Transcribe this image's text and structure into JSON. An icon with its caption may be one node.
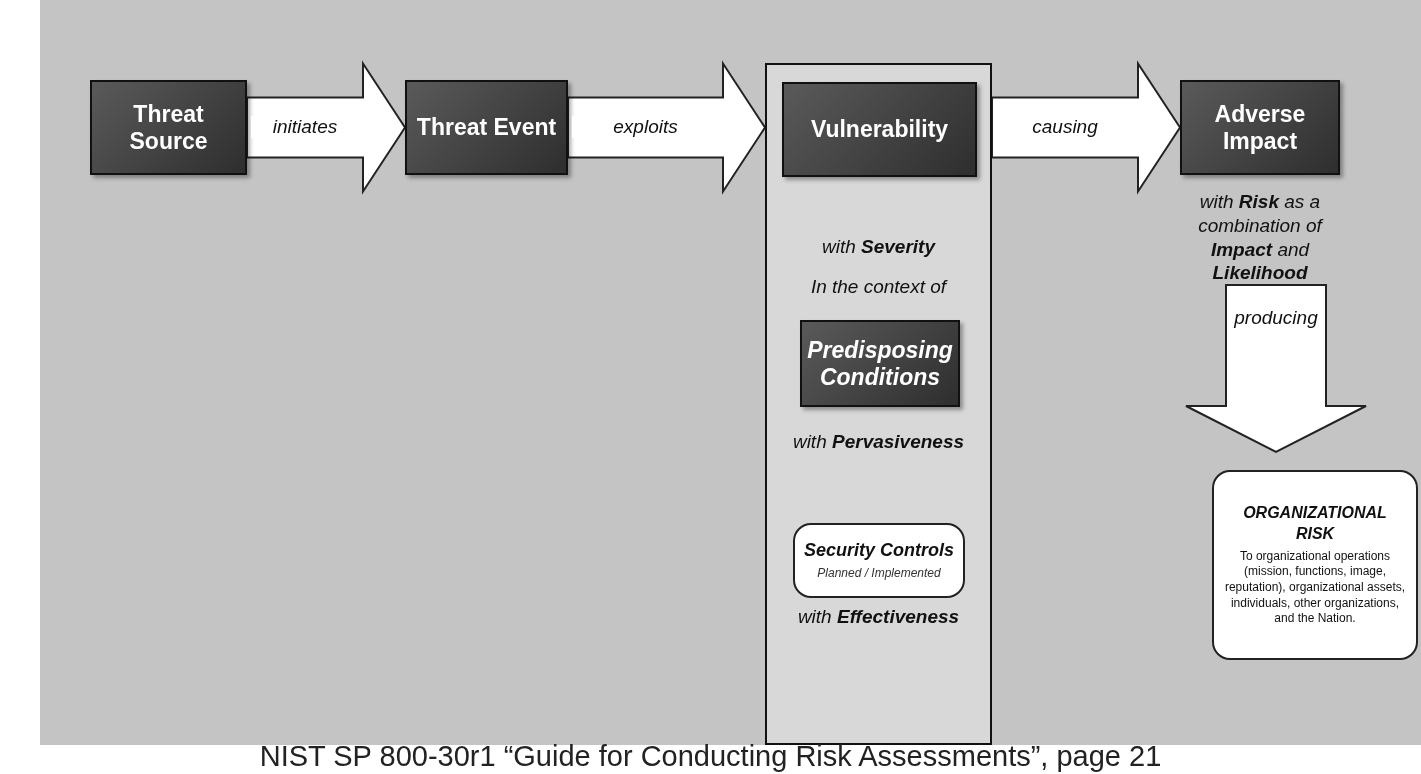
{
  "diagram": {
    "caption": "NIST SP 800-30r1 “Guide for Conducting Risk Assessments”, page 21",
    "nodes": [
      {
        "text": [
          "Threat Source"
        ]
      },
      {
        "text": [
          "Threat Event"
        ]
      },
      {
        "text": [
          "with **Severity**",
          "In the context of",
          "with **Pervasiveness**",
          "with **Effectiveness**"
        ]
      },
      {
        "text": [
          "Vulnerability"
        ],
        "in": 2
      },
      {
        "text": [
          "Predisposing Conditions"
        ],
        "in": 2
      },
      {
        "text": [
          "Security Controls",
          "Planned / Implemented"
        ],
        "in": 2
      },
      {
        "text": [
          "Adverse Impact"
        ],
        "beside": [
          "with **Risk** as a combination of **Impact** and **Likelihood**"
        ]
      },
      {
        "text": [
          "ORGANIZATIONAL RISK",
          "To organizational operations (mission, functions, image, reputation), organizational assets, individuals, other organizations, and the Nation."
        ]
      }
    ],
    "edges": [
      {
        "from": 0,
        "to": 1,
        "arrow": "to",
        "label": "initiates"
      },
      {
        "from": 1,
        "to": 2,
        "arrow": "to",
        "label": "exploits"
      },
      {
        "from": 2,
        "to": 6,
        "arrow": "to",
        "label": "causing"
      },
      {
        "from": 6,
        "to": 7,
        "arrow": "to",
        "label": "producing"
      }
    ]
  }
}
